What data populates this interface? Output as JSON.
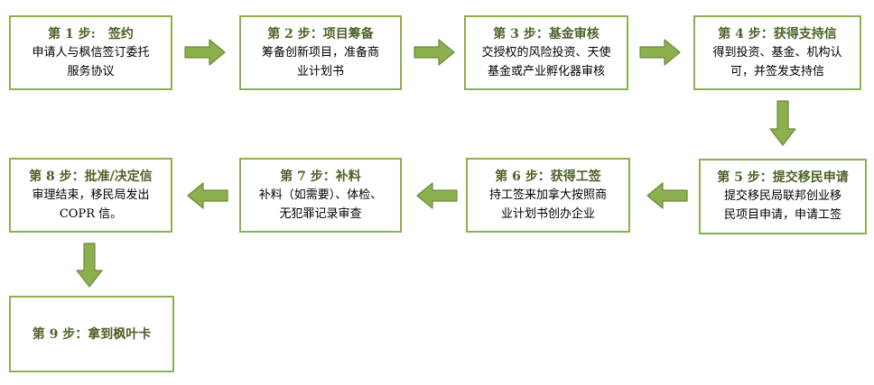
{
  "diagram": {
    "colors": {
      "border": "#8db04f",
      "arrow_fill": "#8db04f",
      "arrow_stroke": "#6b8a3a",
      "title_text": "#4f6228",
      "body_text": "#000000"
    },
    "steps": [
      {
        "title": "第 1 步:　签约",
        "body": "申请人与枫信签订委托\n服务协议"
      },
      {
        "title": "第 2 步：项目筹备",
        "body": "筹备创新项目，准备商\n业计划书"
      },
      {
        "title": "第 3 步：基金审核",
        "body": "交授权的风险投资、天使\n基金或产业孵化器审核"
      },
      {
        "title": "第 4 步：获得支持信",
        "body": "得到投资、基金、机构认\n可，并签发支持信"
      },
      {
        "title": "第 5 步：提交移民申请",
        "body": "提交移民局联邦创业移\n民项目申请，申请工签"
      },
      {
        "title": "第 6 步：获得工签",
        "body": "持工签来加拿大按照商\n业计划书创办企业"
      },
      {
        "title": "第 7 步：补料",
        "body": "补料（如需要）、体检、\n无犯罪记录审查"
      },
      {
        "title": "第 8 步：批准/决定信",
        "body": "审理结束，移民局发出\nCOPR 信。"
      },
      {
        "title": "第 9 步：拿到枫叶卡",
        "body": ""
      }
    ],
    "arrows": [
      {
        "from": 1,
        "to": 2,
        "direction": "right"
      },
      {
        "from": 2,
        "to": 3,
        "direction": "right"
      },
      {
        "from": 3,
        "to": 4,
        "direction": "right"
      },
      {
        "from": 4,
        "to": 5,
        "direction": "down"
      },
      {
        "from": 5,
        "to": 6,
        "direction": "left"
      },
      {
        "from": 6,
        "to": 7,
        "direction": "left"
      },
      {
        "from": 7,
        "to": 8,
        "direction": "left"
      },
      {
        "from": 8,
        "to": 9,
        "direction": "down"
      }
    ]
  }
}
